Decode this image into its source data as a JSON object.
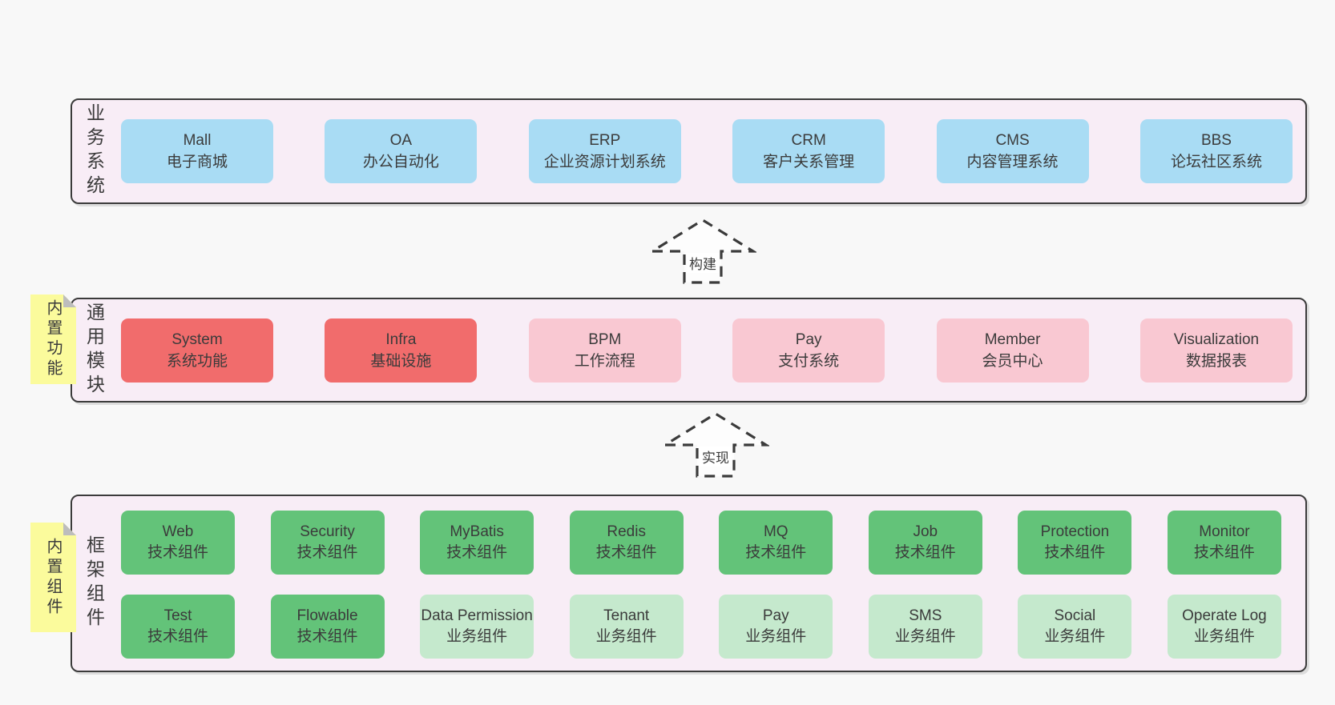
{
  "colors": {
    "page_bg": "#f8f8f8",
    "panel_bg": "#f8edf6",
    "panel_border": "#3b3b3b",
    "node_blue": "#a9dcf4",
    "node_red": "#f16c6c",
    "node_pink": "#f9c8d2",
    "node_green": "#63c379",
    "node_green_light": "#c5e9cd",
    "sticky_yellow": "#fbfb9c",
    "text": "#3b3b3b"
  },
  "sections": {
    "business": {
      "label": "业务系统",
      "boxes": [
        {
          "en": "Mall",
          "zh": "电子商城",
          "tone": "blue"
        },
        {
          "en": "OA",
          "zh": "办公自动化",
          "tone": "blue"
        },
        {
          "en": "ERP",
          "zh": "企业资源计划系统",
          "tone": "blue"
        },
        {
          "en": "CRM",
          "zh": "客户关系管理",
          "tone": "blue"
        },
        {
          "en": "CMS",
          "zh": "内容管理系统",
          "tone": "blue"
        },
        {
          "en": "BBS",
          "zh": "论坛社区系统",
          "tone": "blue"
        }
      ]
    },
    "modules": {
      "label": "通用模块",
      "sticky": "内置功能",
      "boxes": [
        {
          "en": "System",
          "zh": "系统功能",
          "tone": "red"
        },
        {
          "en": "Infra",
          "zh": "基础设施",
          "tone": "red"
        },
        {
          "en": "BPM",
          "zh": "工作流程",
          "tone": "pink"
        },
        {
          "en": "Pay",
          "zh": "支付系统",
          "tone": "pink"
        },
        {
          "en": "Member",
          "zh": "会员中心",
          "tone": "pink"
        },
        {
          "en": "Visualization",
          "zh": "数据报表",
          "tone": "pink"
        }
      ]
    },
    "framework": {
      "label": "框架组件",
      "sticky": "内置组件",
      "row1": [
        {
          "en": "Web",
          "zh": "技术组件",
          "tone": "green"
        },
        {
          "en": "Security",
          "zh": "技术组件",
          "tone": "green"
        },
        {
          "en": "MyBatis",
          "zh": "技术组件",
          "tone": "green"
        },
        {
          "en": "Redis",
          "zh": "技术组件",
          "tone": "green"
        },
        {
          "en": "MQ",
          "zh": "技术组件",
          "tone": "green"
        },
        {
          "en": "Job",
          "zh": "技术组件",
          "tone": "green"
        },
        {
          "en": "Protection",
          "zh": "技术组件",
          "tone": "green"
        },
        {
          "en": "Monitor",
          "zh": "技术组件",
          "tone": "green"
        }
      ],
      "row2": [
        {
          "en": "Test",
          "zh": "技术组件",
          "tone": "green"
        },
        {
          "en": "Flowable",
          "zh": "技术组件",
          "tone": "green"
        },
        {
          "en": "Data Permission",
          "zh": "业务组件",
          "tone": "green-light"
        },
        {
          "en": "Tenant",
          "zh": "业务组件",
          "tone": "green-light"
        },
        {
          "en": "Pay",
          "zh": "业务组件",
          "tone": "green-light"
        },
        {
          "en": "SMS",
          "zh": "业务组件",
          "tone": "green-light"
        },
        {
          "en": "Social",
          "zh": "业务组件",
          "tone": "green-light"
        },
        {
          "en": "Operate Log",
          "zh": "业务组件",
          "tone": "green-light"
        }
      ]
    }
  },
  "arrows": [
    {
      "label": "构建"
    },
    {
      "label": "实现"
    }
  ]
}
